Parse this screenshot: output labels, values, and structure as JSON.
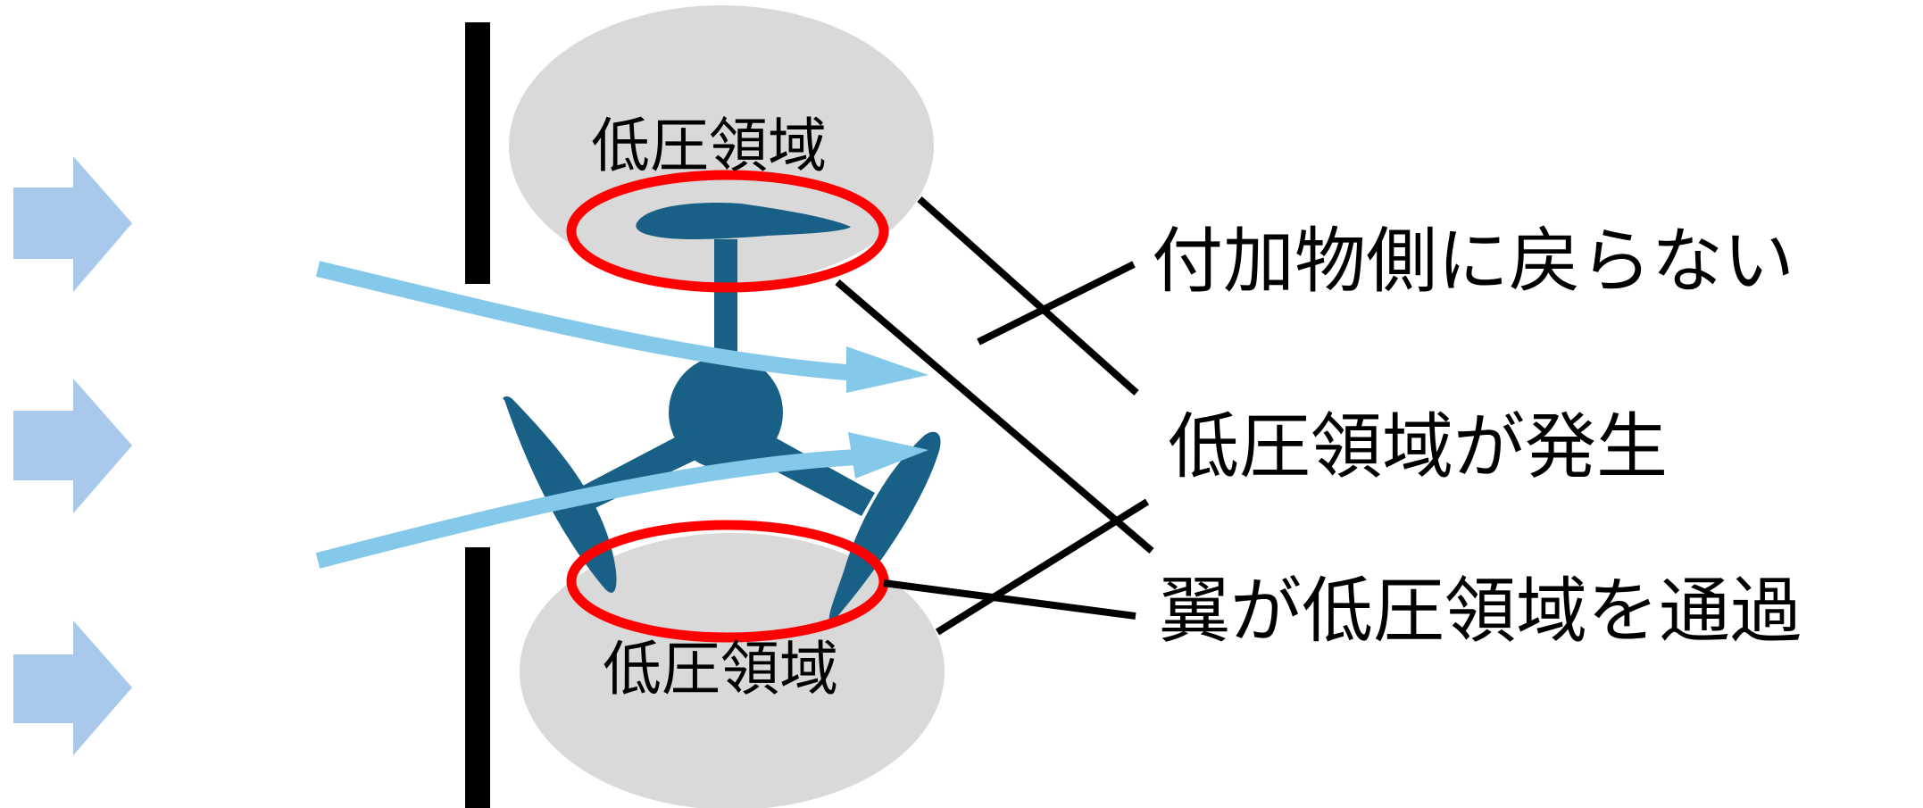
{
  "labels": {
    "low_pressure_top": "低圧領域",
    "low_pressure_bottom": "低圧領域",
    "annotation_no_return": "付加物側に戻らない",
    "annotation_low_pressure_occurs": "低圧領域が発生",
    "annotation_blade_passes": "翼が低圧領域を通過"
  },
  "colors": {
    "inflow_arrow": "#a9c9ec",
    "flow_arrow": "#85c9ea",
    "rotor": "#186085",
    "low_pressure_zone": "#d9d9d9",
    "highlight_ring": "#ff0000",
    "wall": "#000000",
    "leader_line": "#000000"
  },
  "icons": {
    "inflow": "right-arrow-icon"
  }
}
